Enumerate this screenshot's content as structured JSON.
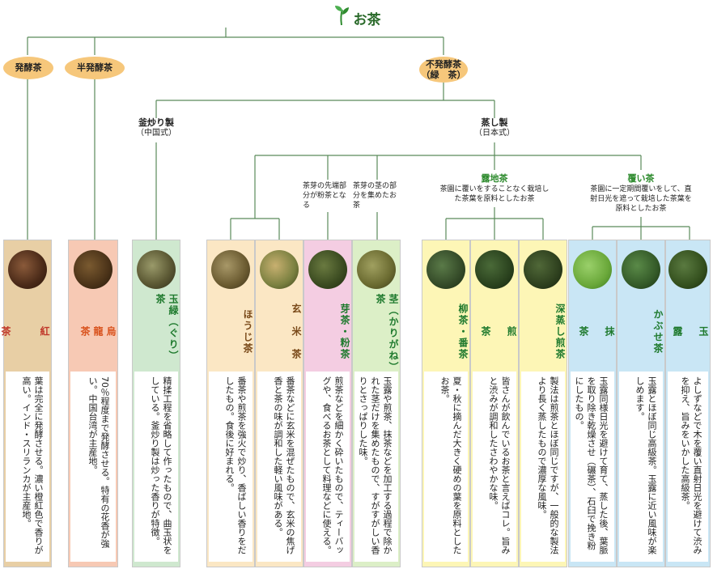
{
  "root": {
    "title": "お茶"
  },
  "categories": {
    "hakko": "発酵茶",
    "hanhakko": "半発酵茶",
    "fuhakko": "不発酵茶\n（緑　茶）"
  },
  "methods": {
    "kamairi": "釜炒り製",
    "kamairi_sub": "（中国式）",
    "mushi": "蒸し製",
    "mushi_sub": "（日本式）"
  },
  "subgroups": {
    "roji": {
      "title": "露地茶",
      "note": "茶園に覆いをすることなく栽培した茶葉を原料としたお茶"
    },
    "ooi": {
      "title": "覆い茶",
      "note": "茶園に一定期間覆いをして、直射日光を遮って栽培した茶葉を原料としたお茶"
    },
    "mecha_note": "茶芽の先端部分が粉茶となる",
    "kukicha_note": "茶芽の茎の部分を集めたお茶"
  },
  "colors": {
    "oval": "#f6c77b",
    "tan": "#e8cfa5",
    "pink": "#f7c9b4",
    "mint": "#cfe8cf",
    "cream": "#fbe7c4",
    "lavender": "#f4cde2",
    "lightgreen": "#dcefc7",
    "yellow": "#fdf6b6",
    "blue": "#c9e6f5",
    "brand_green": "#2e8b2e"
  },
  "teas": [
    {
      "name": "紅\n\n\n茶",
      "desc": "葉は完全に発酵させる。濃い橙紅色で香りが高い。インド・スリランカが主産地。"
    },
    {
      "name": "烏\n龍\n茶",
      "desc": "70％程度まで発酵させる。特有の花香が強い。中国台湾が主産地。"
    },
    {
      "name": "玉緑（ぐり）茶",
      "desc": "精揉工程を省略して作ったもので、曲玉状をしている。釜炒り製は炒った香りが特徴。"
    },
    {
      "name": "ほうじ茶",
      "desc": "番茶や煎茶を強火で炒り、香ばしい香りをだしたもの。食後に好まれる。"
    },
    {
      "name": "玄　米　茶",
      "desc": "番茶などに玄米を混ぜたもので、玄米の焦げ香と茶の味が調和した軽い風味がある。"
    },
    {
      "name": "芽茶・粉茶",
      "desc": "煎茶などを細かく砕いたもので、ティーバッグや、食べるお茶として料理などに使える。"
    },
    {
      "name": "茎（かりがね）茶",
      "desc": "玉露や煎茶、抹茶などを加工する過程で除かれた茎だけを集めたもので、すがすがしい香りとさっぱりした味。"
    },
    {
      "name": "柳茶・番茶",
      "desc": "夏・秋に摘んだ大きく硬めの葉を原料としたお茶。"
    },
    {
      "name": "煎\n\n茶",
      "desc": "皆さんが飲んでいるお茶と言えばコレ。旨みと渋みが調和したさわやかな味。"
    },
    {
      "name": "深蒸し煎茶",
      "desc": "製法は煎茶とほぼ同じですが、一般的な製法より長く蒸したもので濃厚な風味。"
    },
    {
      "name": "抹\n\n茶",
      "desc": "玉露同様日光を避けて育て、蒸した後、葉脈を取り除き乾燥させ（碾茶）、石臼で挽き粉にしたもの。"
    },
    {
      "name": "かぶせ茶",
      "desc": "玉露とほぼ同じ高級茶。玉露に近い風味が楽しめます。"
    },
    {
      "name": "玉\n\n露",
      "desc": "よしずなどで木を覆い直射日光を避けて渋みを抑え、旨みをいかした高級茶。"
    }
  ]
}
